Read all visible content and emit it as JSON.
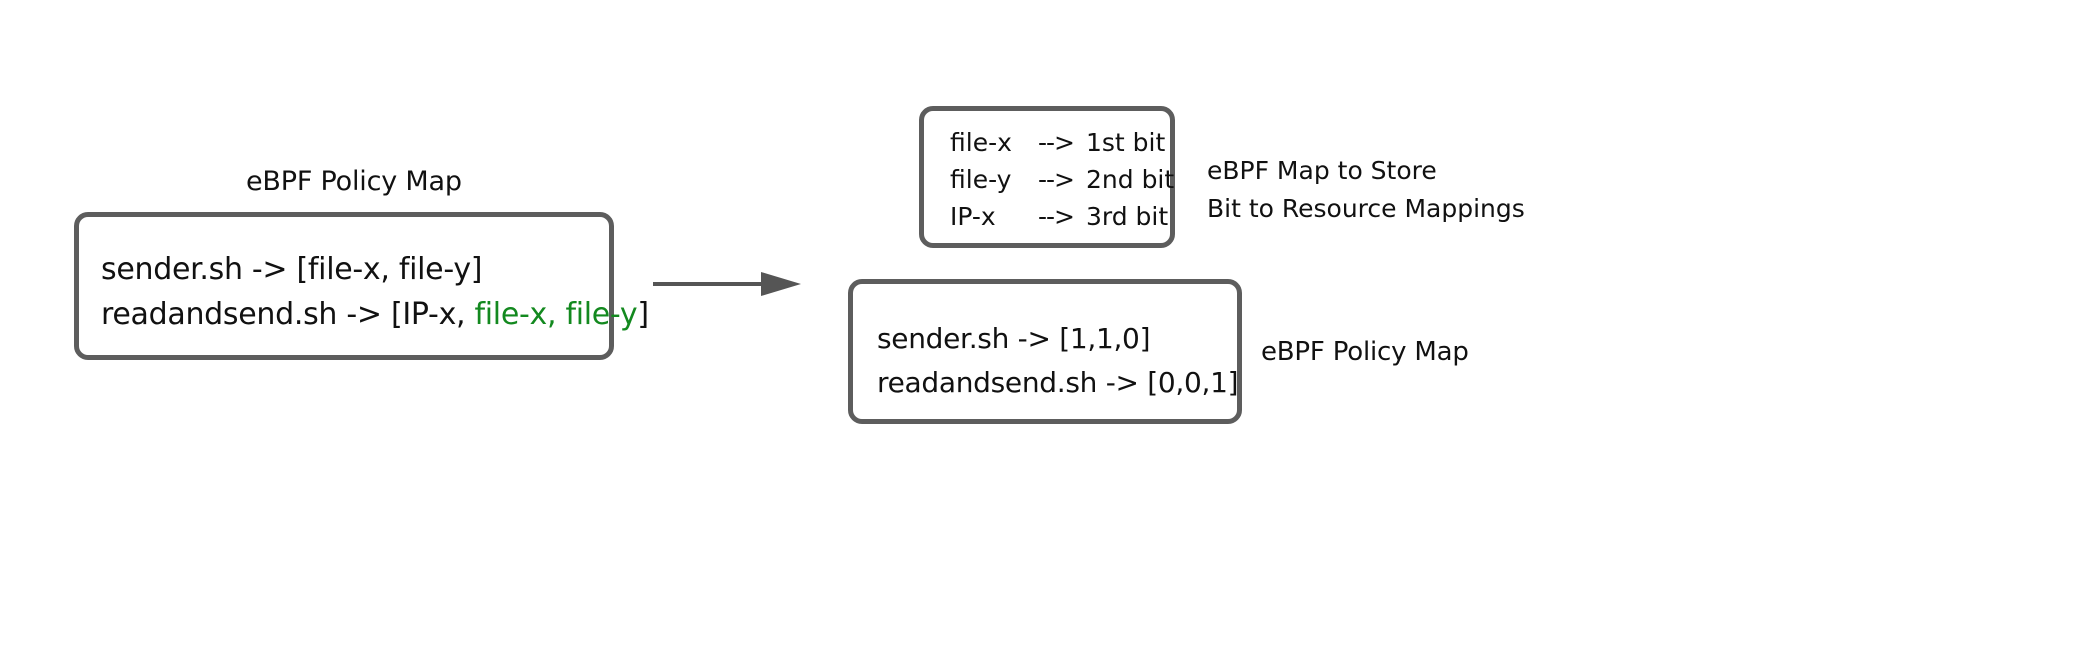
{
  "colors": {
    "background": "#ffffff",
    "box_border": "#5d5d5d",
    "text": "#111111",
    "highlight_green": "#13891f",
    "arrow": "#555555"
  },
  "left_panel": {
    "title": "eBPF Policy Map",
    "rows": [
      {
        "plain_prefix": "sender.sh -> [file-x, file-y]",
        "highlight": "",
        "plain_suffix": ""
      },
      {
        "plain_prefix": "readandsend.sh -> [IP-x, ",
        "highlight": "file-x, file-y",
        "plain_suffix": "]"
      }
    ]
  },
  "arrow": {
    "icon": "right-arrow-icon",
    "direction": "right"
  },
  "bitmap_panel": {
    "caption_line_1": "eBPF Map to Store",
    "caption_line_2": "Bit to Resource Mappings",
    "rows": [
      {
        "resource": "file-x",
        "arrow": "-->",
        "bit": "1st bit"
      },
      {
        "resource": "file-y",
        "arrow": "-->",
        "bit": "2nd bit"
      },
      {
        "resource": "IP-x",
        "arrow": "-->",
        "bit": "3rd bit"
      }
    ]
  },
  "encoded_panel": {
    "caption": "eBPF Policy Map",
    "rows": [
      "sender.sh -> [1,1,0]",
      "readandsend.sh -> [0,0,1]"
    ]
  }
}
